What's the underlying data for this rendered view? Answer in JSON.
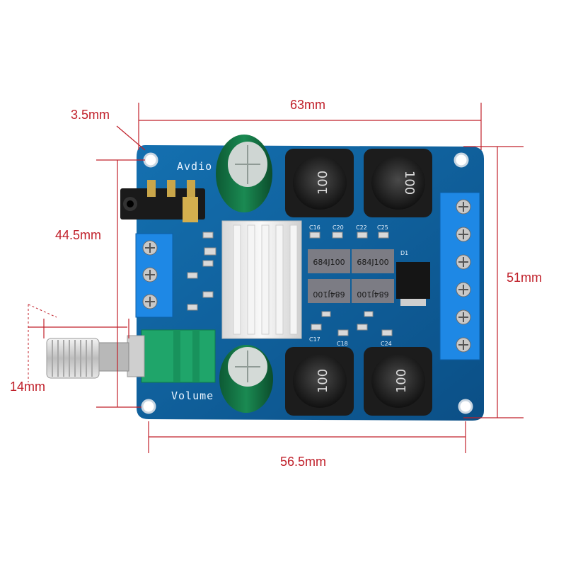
{
  "dimensions": {
    "width_top": "63mm",
    "hole_offset": "3.5mm",
    "height_left": "44.5mm",
    "height_right": "51mm",
    "knob": "14mm",
    "hole_spacing_bottom": "56.5mm"
  },
  "silkscreen": {
    "audio": "Avdio",
    "volume": "Volume"
  },
  "inductors": [
    "100",
    "100",
    "100",
    "100"
  ],
  "capacitors": [
    "684J100",
    "684J100",
    "684J100",
    "684J100"
  ],
  "component_refs": [
    "C16",
    "C20",
    "C22",
    "C25",
    "C17",
    "C18",
    "C24",
    "D1"
  ],
  "colors": {
    "pcb": "#0f5c98",
    "dimension_lines": "#c0202a",
    "terminal_blocks": "#1e88e5",
    "heatsink": "#e6e6e6",
    "potentiometer": "#1fa56a"
  }
}
